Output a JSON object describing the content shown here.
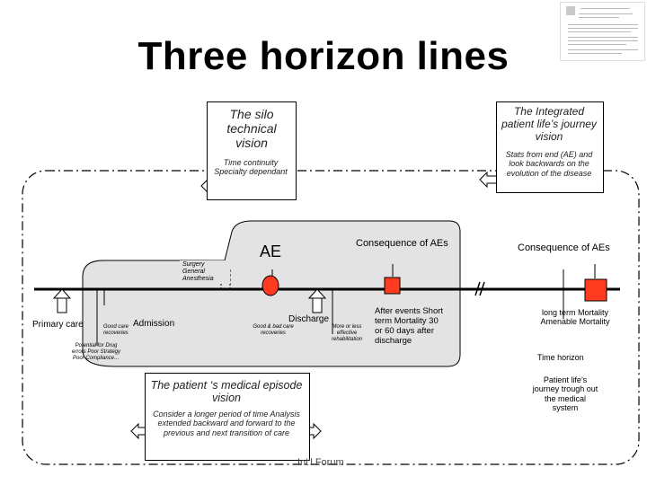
{
  "title": "Three horizon lines",
  "silo": {
    "heading": "The silo technical vision",
    "sub": "Time continuity Specialty dependant"
  },
  "integrated": {
    "heading": "The Integrated patient life’s journey vision",
    "sub": "Stats from end (AE) and look backwards on the evolution of the disease"
  },
  "episode": {
    "heading": "The patient ‘s medical episode vision",
    "sub": "Consider a longer period of time Analysis extended backward and forward to the previous and next transition of care"
  },
  "labels": {
    "ae": "AE",
    "consequence_1": "Consequence of AEs",
    "consequence_2": "Consequence of AEs",
    "surgery": "Surgery General Anesthesia",
    "primary_care": "Primary care",
    "good_care": "Good care recoveries",
    "admission": "Admission",
    "potential": "Potential for Drug errors Poor Strategy Poor Compliance…",
    "discharge": "Discharge",
    "good_bad": "Good & bad care recoveries",
    "rehab": "More or less effective rehabilitation",
    "after_events": "After events Short term Mortality 30 or 60 days after discharge",
    "long_term": "long term Mortality Amenable Mortality",
    "time_horizon": "Time horizon",
    "journey": "Patient life’s journey trough out the medical system",
    "break_mark": "//",
    "footer": "Int'l Forum"
  },
  "colors": {
    "timeline": "#000000",
    "episode_fill": "#e3e3e3",
    "ae_marker": "#ff3b1f",
    "consequence_marker": "#ff3b1f",
    "box_border": "#000000"
  }
}
